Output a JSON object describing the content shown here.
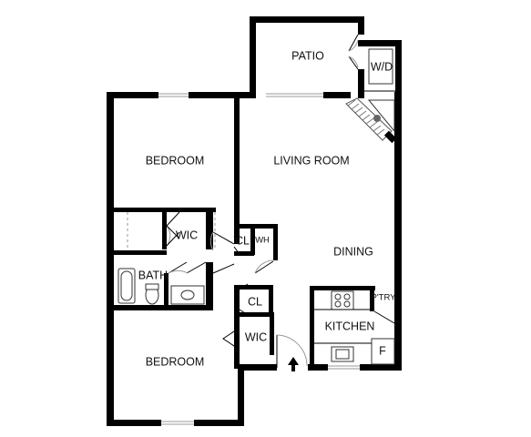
{
  "rooms": {
    "patio": "PATIO",
    "washer_dryer": "W/D",
    "living_room": "LIVING ROOM",
    "bedroom_upper": "BEDROOM",
    "wic_upper": "WIC",
    "closet_upper": "CL",
    "water_heater": "WH",
    "dining": "DINING",
    "bath": "BATH",
    "closet_lower": "CL",
    "pantry": "P'TRY",
    "kitchen": "KITCHEN",
    "wic_lower": "WIC",
    "fridge": "F",
    "bedroom_lower": "BEDROOM"
  },
  "colors": {
    "wall": "#000000",
    "background": "#ffffff",
    "text": "#111111"
  }
}
